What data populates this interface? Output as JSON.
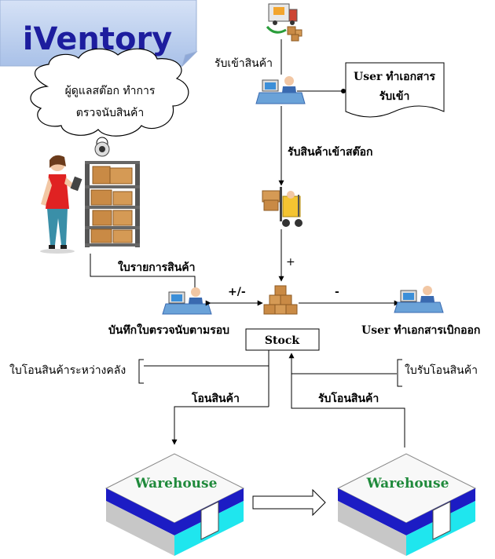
{
  "title": {
    "text": "iVentory",
    "bg_color": "#bcd0ee",
    "text_color": "#1d1d9e"
  },
  "cloud": {
    "line1": "ผู้ดูแลสต๊อก ทำการ",
    "line2": "ตรวจนับสินค้า"
  },
  "flow": {
    "receive_goods": "รับเข้าสินค้า",
    "user_receive_doc_line1": "User ทำเอกสาร",
    "user_receive_doc_line2": "รับเข้า",
    "receive_to_stock": "รับสินค้าเข้าสต๊อก",
    "plus_sign": "+",
    "item_list": "ใบรายการสินค้า",
    "plus_minus": "+/-",
    "minus_sign": "-",
    "record_count": "บันทึกใบตรวจนับตามรอบ",
    "user_issue_doc": "User ทำเอกสารเบิกออก",
    "stock": "Stock",
    "transfer_doc": "ใบโอนสินค้าระหว่างคลัง",
    "receive_transfer_doc": "ใบรับโอนสินค้า",
    "transfer_goods": "โอนสินค้า",
    "receive_transfer": "รับโอนสินค้า"
  },
  "warehouses": [
    {
      "label": "Warehouse"
    },
    {
      "label": "Warehouse"
    }
  ],
  "colors": {
    "warehouse_text": "#1f8a3b",
    "warehouse_blue": "#1c1cc4",
    "warehouse_cyan": "#1fe6ee",
    "warehouse_gray": "#c7c7c7",
    "box": "#c98a45"
  },
  "icons": [
    "delivery-truck-icon",
    "computer-user-icon",
    "forklift-icon",
    "stacked-boxes-icon",
    "stock-worker-icon",
    "shelf-icon",
    "camera-icon",
    "document-icon"
  ]
}
